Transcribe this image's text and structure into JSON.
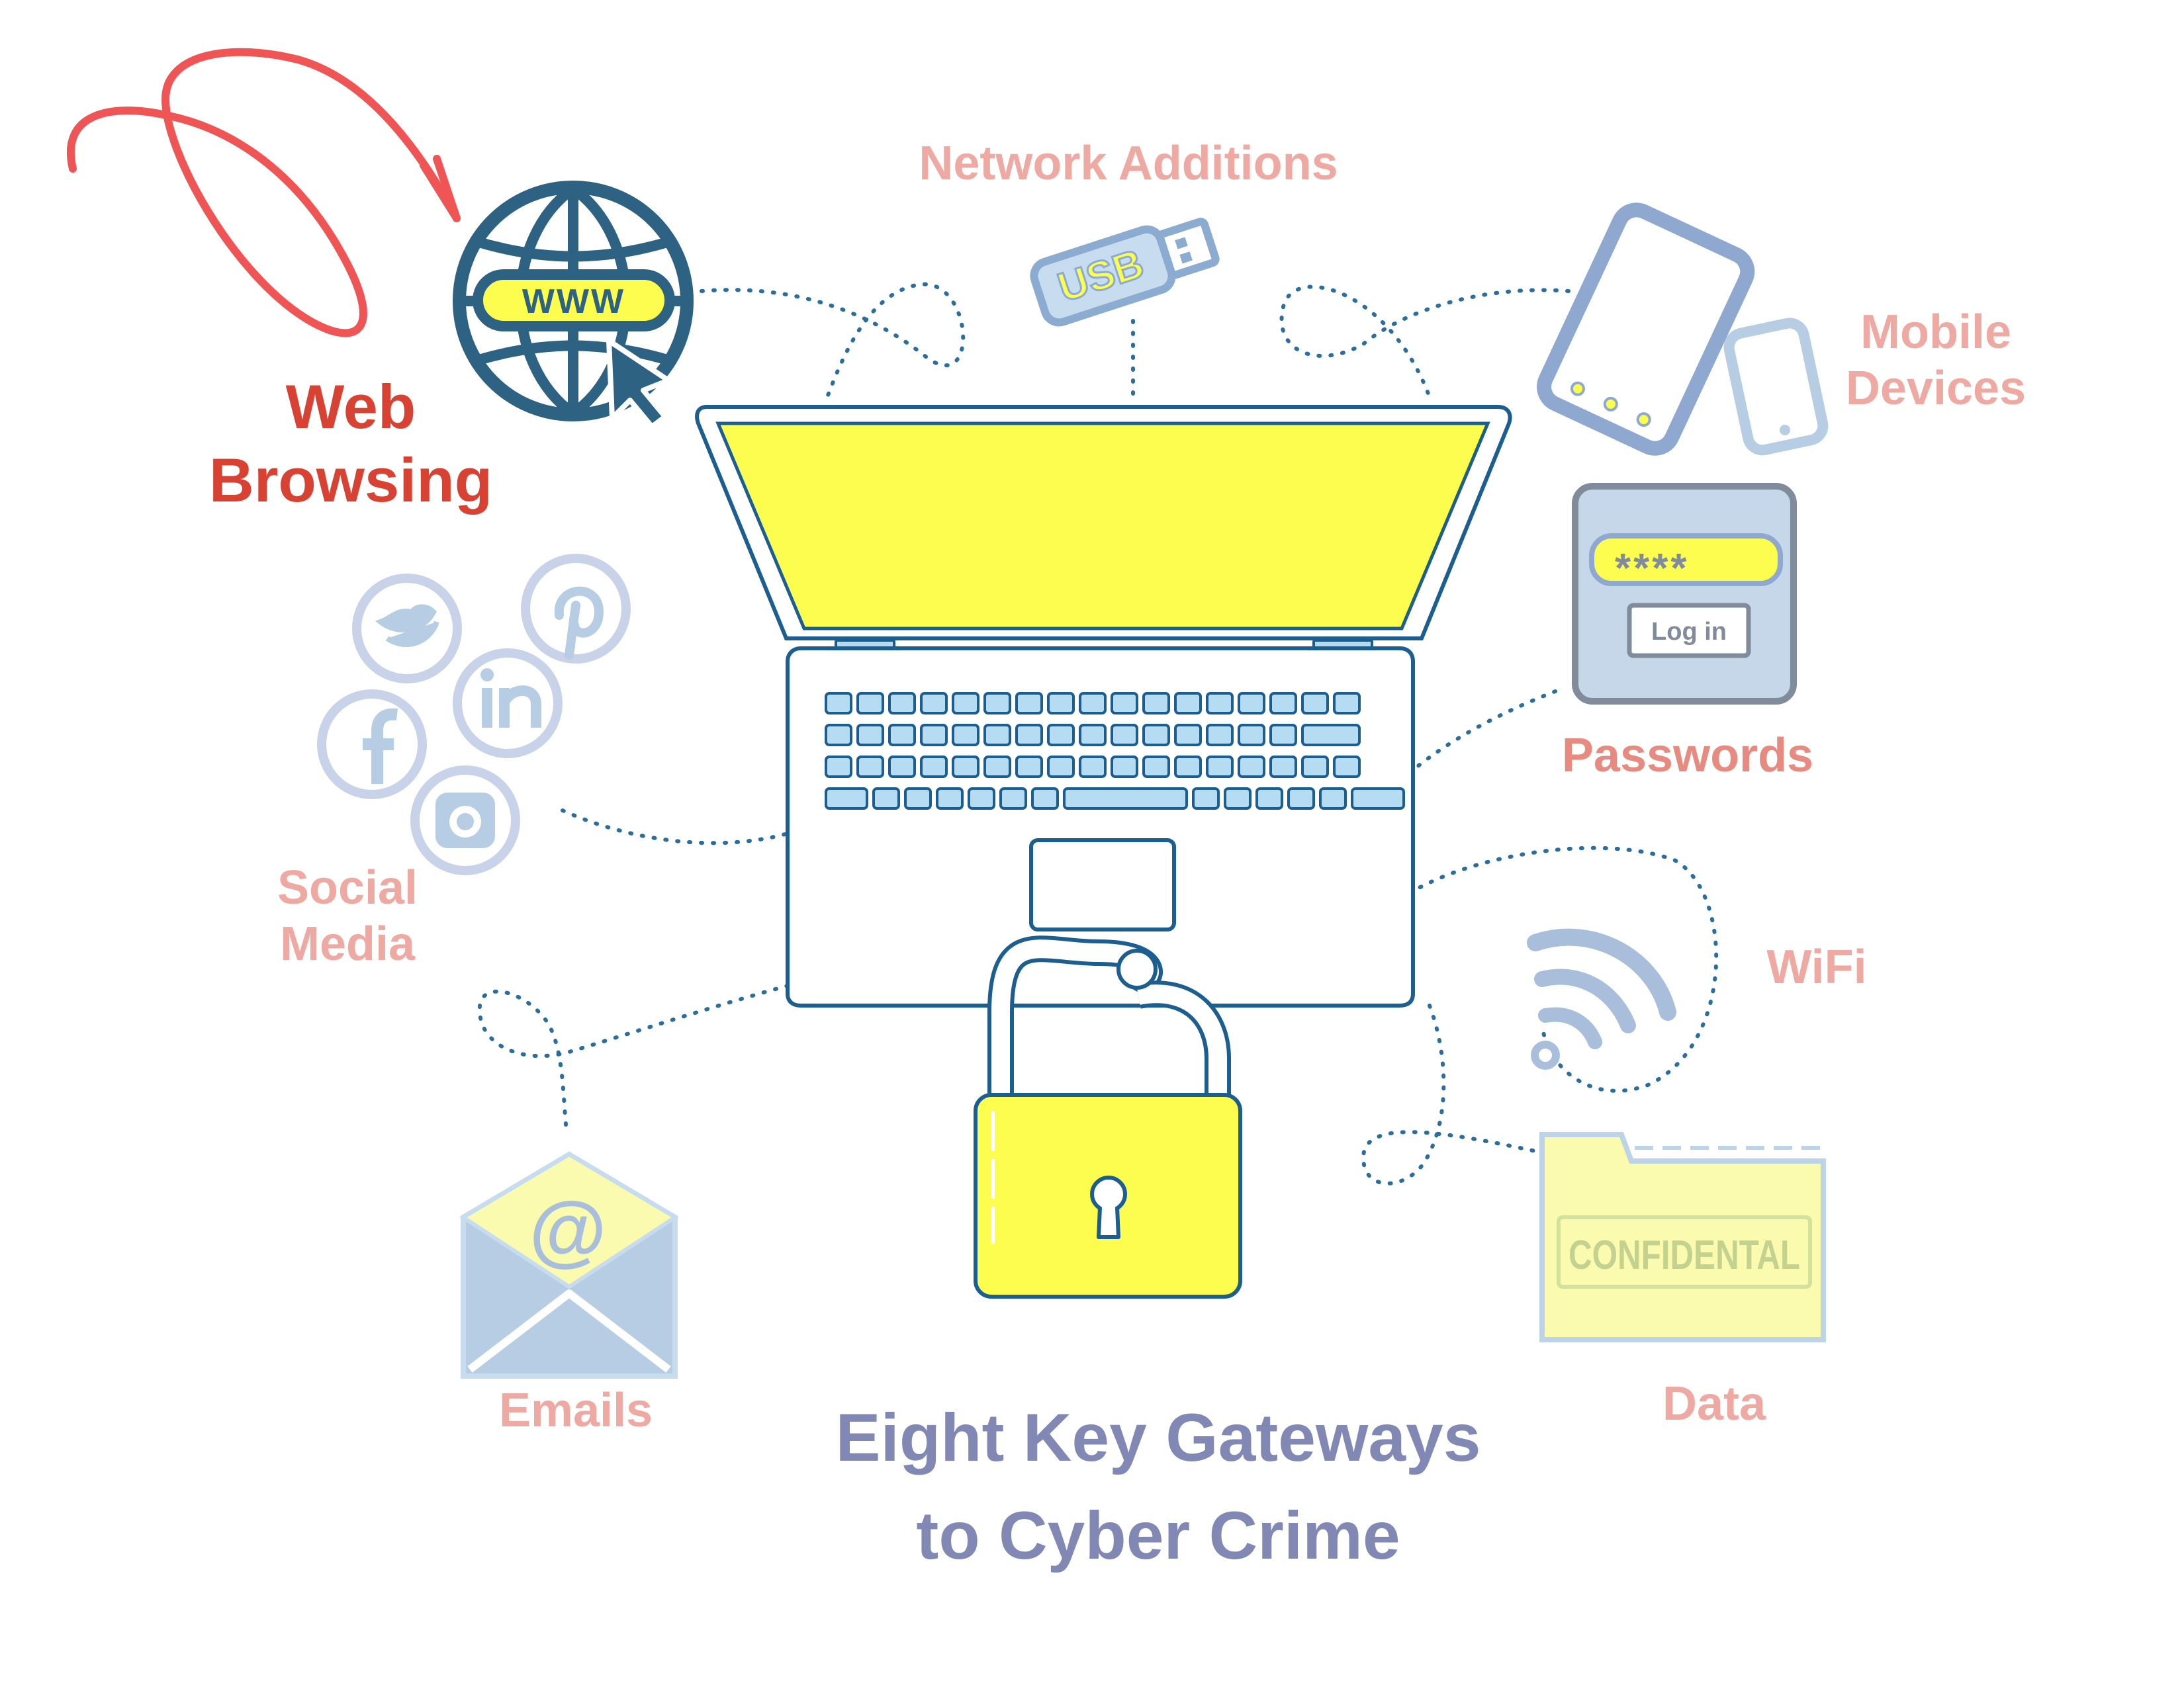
{
  "title": {
    "line1": "Eight Key Gateways",
    "line2": "to Cyber Crime"
  },
  "gateways": {
    "web_browsing": {
      "line1": "Web",
      "line2": "Browsing",
      "icon": "globe-www-icon",
      "highlighted": true
    },
    "network_additions": {
      "label": "Network Additions",
      "icon": "usb-drive-icon"
    },
    "mobile_devices": {
      "line1": "Mobile",
      "line2": "Devices",
      "icon": "tablet-phone-icon"
    },
    "passwords": {
      "label": "Passwords",
      "icon": "login-form-icon"
    },
    "wifi": {
      "label": "WiFi",
      "icon": "wifi-icon"
    },
    "data": {
      "label": "Data",
      "icon": "folder-icon"
    },
    "emails": {
      "label": "Emails",
      "icon": "envelope-icon"
    },
    "social_media": {
      "line1": "Social",
      "line2": "Media",
      "icon": "social-icons"
    }
  },
  "icon_text": {
    "www": "WWW",
    "usb": "USB",
    "password_mask": "****",
    "login_button": "Log in",
    "at_sign": "@",
    "confidential_stamp": "CONFIDENTAL"
  },
  "colors": {
    "highlight_red": "#d84233",
    "label_pink": "#eea9a2",
    "title_purple": "#8288b4",
    "screen_yellow": "#fdfd4f",
    "outline_blue": "#1b5e8f",
    "icon_blue": "#2d6283",
    "faded_blue": "#a8bedb",
    "key_blue": "#b6dcf3"
  }
}
